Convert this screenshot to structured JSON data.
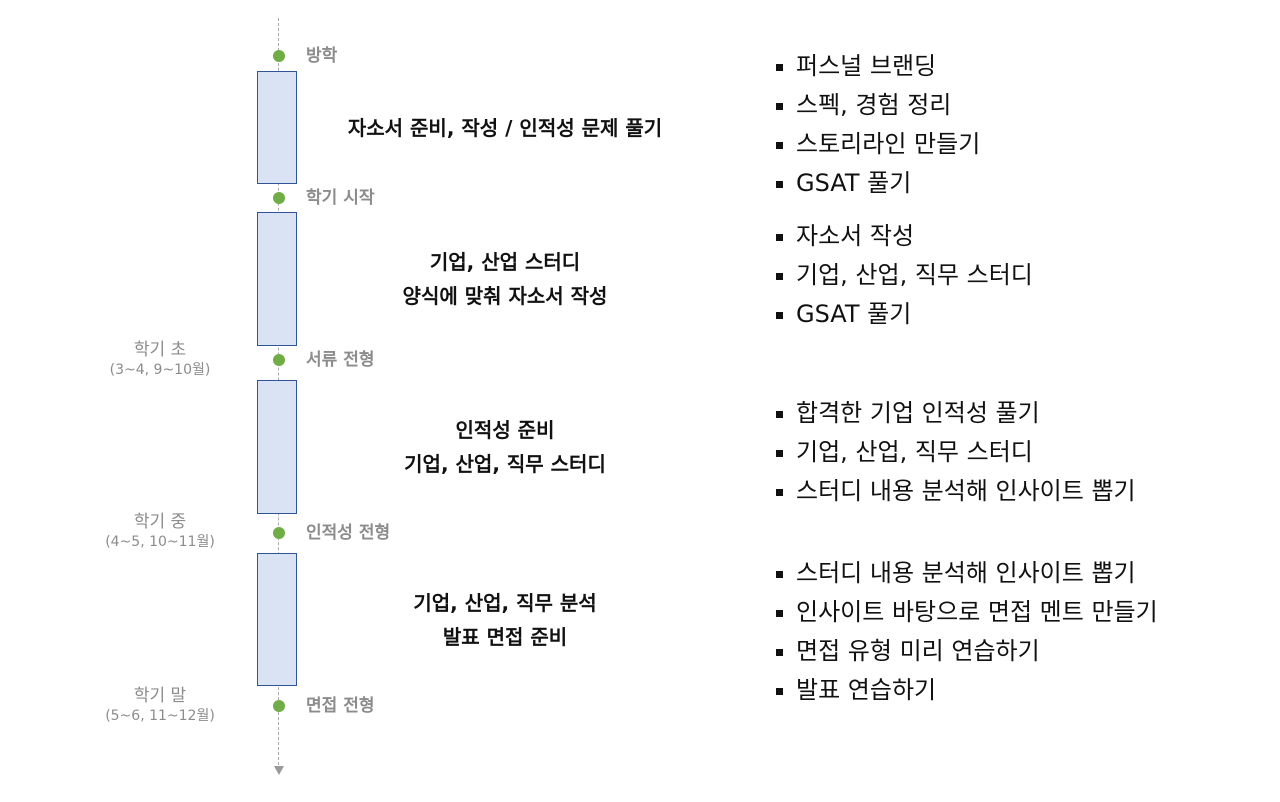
{
  "milestones": [
    "방학",
    "학기 시작",
    "서류 전형",
    "인적성 전형",
    "면접 전형"
  ],
  "phases": [
    {
      "title_lines": [
        "자소서 준비, 작성 / 인적성 문제 풀기"
      ]
    },
    {
      "title_lines": [
        "기업, 산업 스터디",
        "양식에 맞춰 자소서 작성"
      ]
    },
    {
      "title_lines": [
        "인적성 준비",
        "기업, 산업, 직무 스터디"
      ]
    },
    {
      "title_lines": [
        "기업, 산업, 직무 분석",
        "발표 면접 준비"
      ]
    }
  ],
  "side_labels": [
    {
      "main": "학기 초",
      "sub": "(3~4, 9~10월)"
    },
    {
      "main": "학기 중",
      "sub": "(4~5, 10~11월)"
    },
    {
      "main": "학기 말",
      "sub": "(5~6, 11~12월)"
    }
  ],
  "task_groups": [
    {
      "items": [
        "퍼스널 브랜딩",
        "스펙, 경험 정리",
        "스토리라인 만들기",
        "GSAT 풀기"
      ]
    },
    {
      "items": [
        "자소서 작성",
        "기업, 산업, 직무 스터디",
        "GSAT 풀기"
      ]
    },
    {
      "items": [
        "합격한 기업 인적성 풀기",
        "기업, 산업, 직무 스터디",
        "스터디 내용 분석해 인사이트 뽑기"
      ]
    },
    {
      "items": [
        "스터디 내용 분석해 인사이트 뽑기",
        "인사이트 바탕으로 면접 멘트 만들기",
        "면접 유형 미리 연습하기",
        "발표 연습하기"
      ]
    }
  ],
  "colors": {
    "dot": "#70ad47",
    "box_fill": "#dae3f3",
    "box_border": "#2f5597",
    "milestone_text": "#8c8c8c"
  }
}
